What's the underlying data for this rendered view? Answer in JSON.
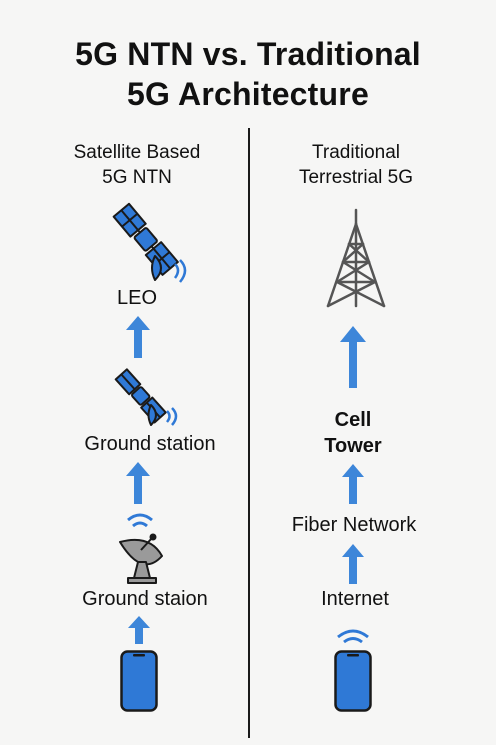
{
  "title_line1": "5G NTN vs. Traditional",
  "title_line2": "5G Architecture",
  "left": {
    "heading_line1": "Satellite Based",
    "heading_line2": "5G NTN",
    "nodes": [
      "LEO",
      "Ground station",
      "Ground staion"
    ]
  },
  "right": {
    "heading_line1": "Traditional",
    "heading_line2": "Terrestrial 5G",
    "cell_line1": "Cell",
    "cell_line2": "Tower",
    "fiber": "Fiber Network",
    "internet": "Internet"
  },
  "colors": {
    "accent": "#2f79d6",
    "arrow": "#3d86d9",
    "tower": "#555555",
    "dish": "#9a9a9a",
    "ink": "#1a1a1a"
  }
}
